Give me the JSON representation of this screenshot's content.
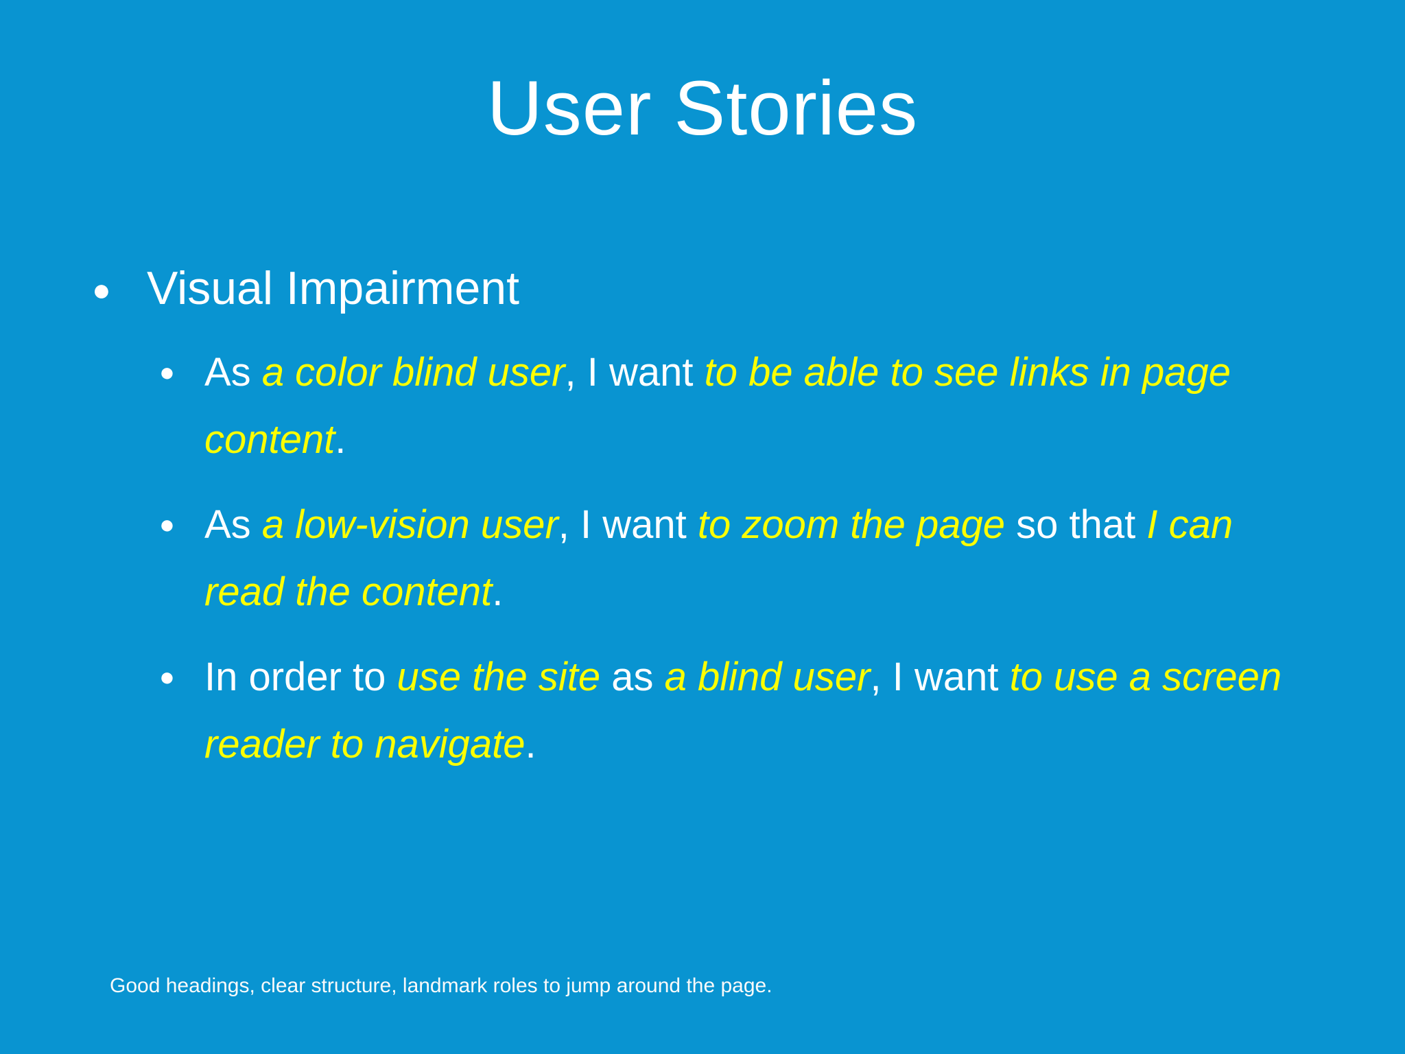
{
  "slide": {
    "title": "User Stories",
    "background_color": "#0994d1",
    "text_color": "#ffffff",
    "highlight_color": "#ffff00",
    "bullet_glyph": "●"
  },
  "content": {
    "main_bullet": "Visual Impairment",
    "stories": [
      {
        "segments": [
          {
            "t": "As ",
            "em": false
          },
          {
            "t": "a color blind user",
            "em": true
          },
          {
            "t": ", I want ",
            "em": false
          },
          {
            "t": "to be able to see links in page content",
            "em": true
          },
          {
            "t": ".",
            "em": false
          }
        ]
      },
      {
        "segments": [
          {
            "t": "As ",
            "em": false
          },
          {
            "t": "a low-vision user",
            "em": true
          },
          {
            "t": ", I want ",
            "em": false
          },
          {
            "t": "to zoom the page",
            "em": true
          },
          {
            "t": " so that ",
            "em": false
          },
          {
            "t": "I can read the content",
            "em": true
          },
          {
            "t": ".",
            "em": false
          }
        ]
      },
      {
        "segments": [
          {
            "t": "In order to ",
            "em": false
          },
          {
            "t": "use the site",
            "em": true
          },
          {
            "t": " as ",
            "em": false
          },
          {
            "t": "a blind user",
            "em": true
          },
          {
            "t": ", I want ",
            "em": false
          },
          {
            "t": "to use a screen reader to navigate",
            "em": true
          },
          {
            "t": ".",
            "em": false
          }
        ]
      }
    ]
  },
  "footer": {
    "note": "Good headings, clear structure, landmark roles to jump around the page."
  }
}
